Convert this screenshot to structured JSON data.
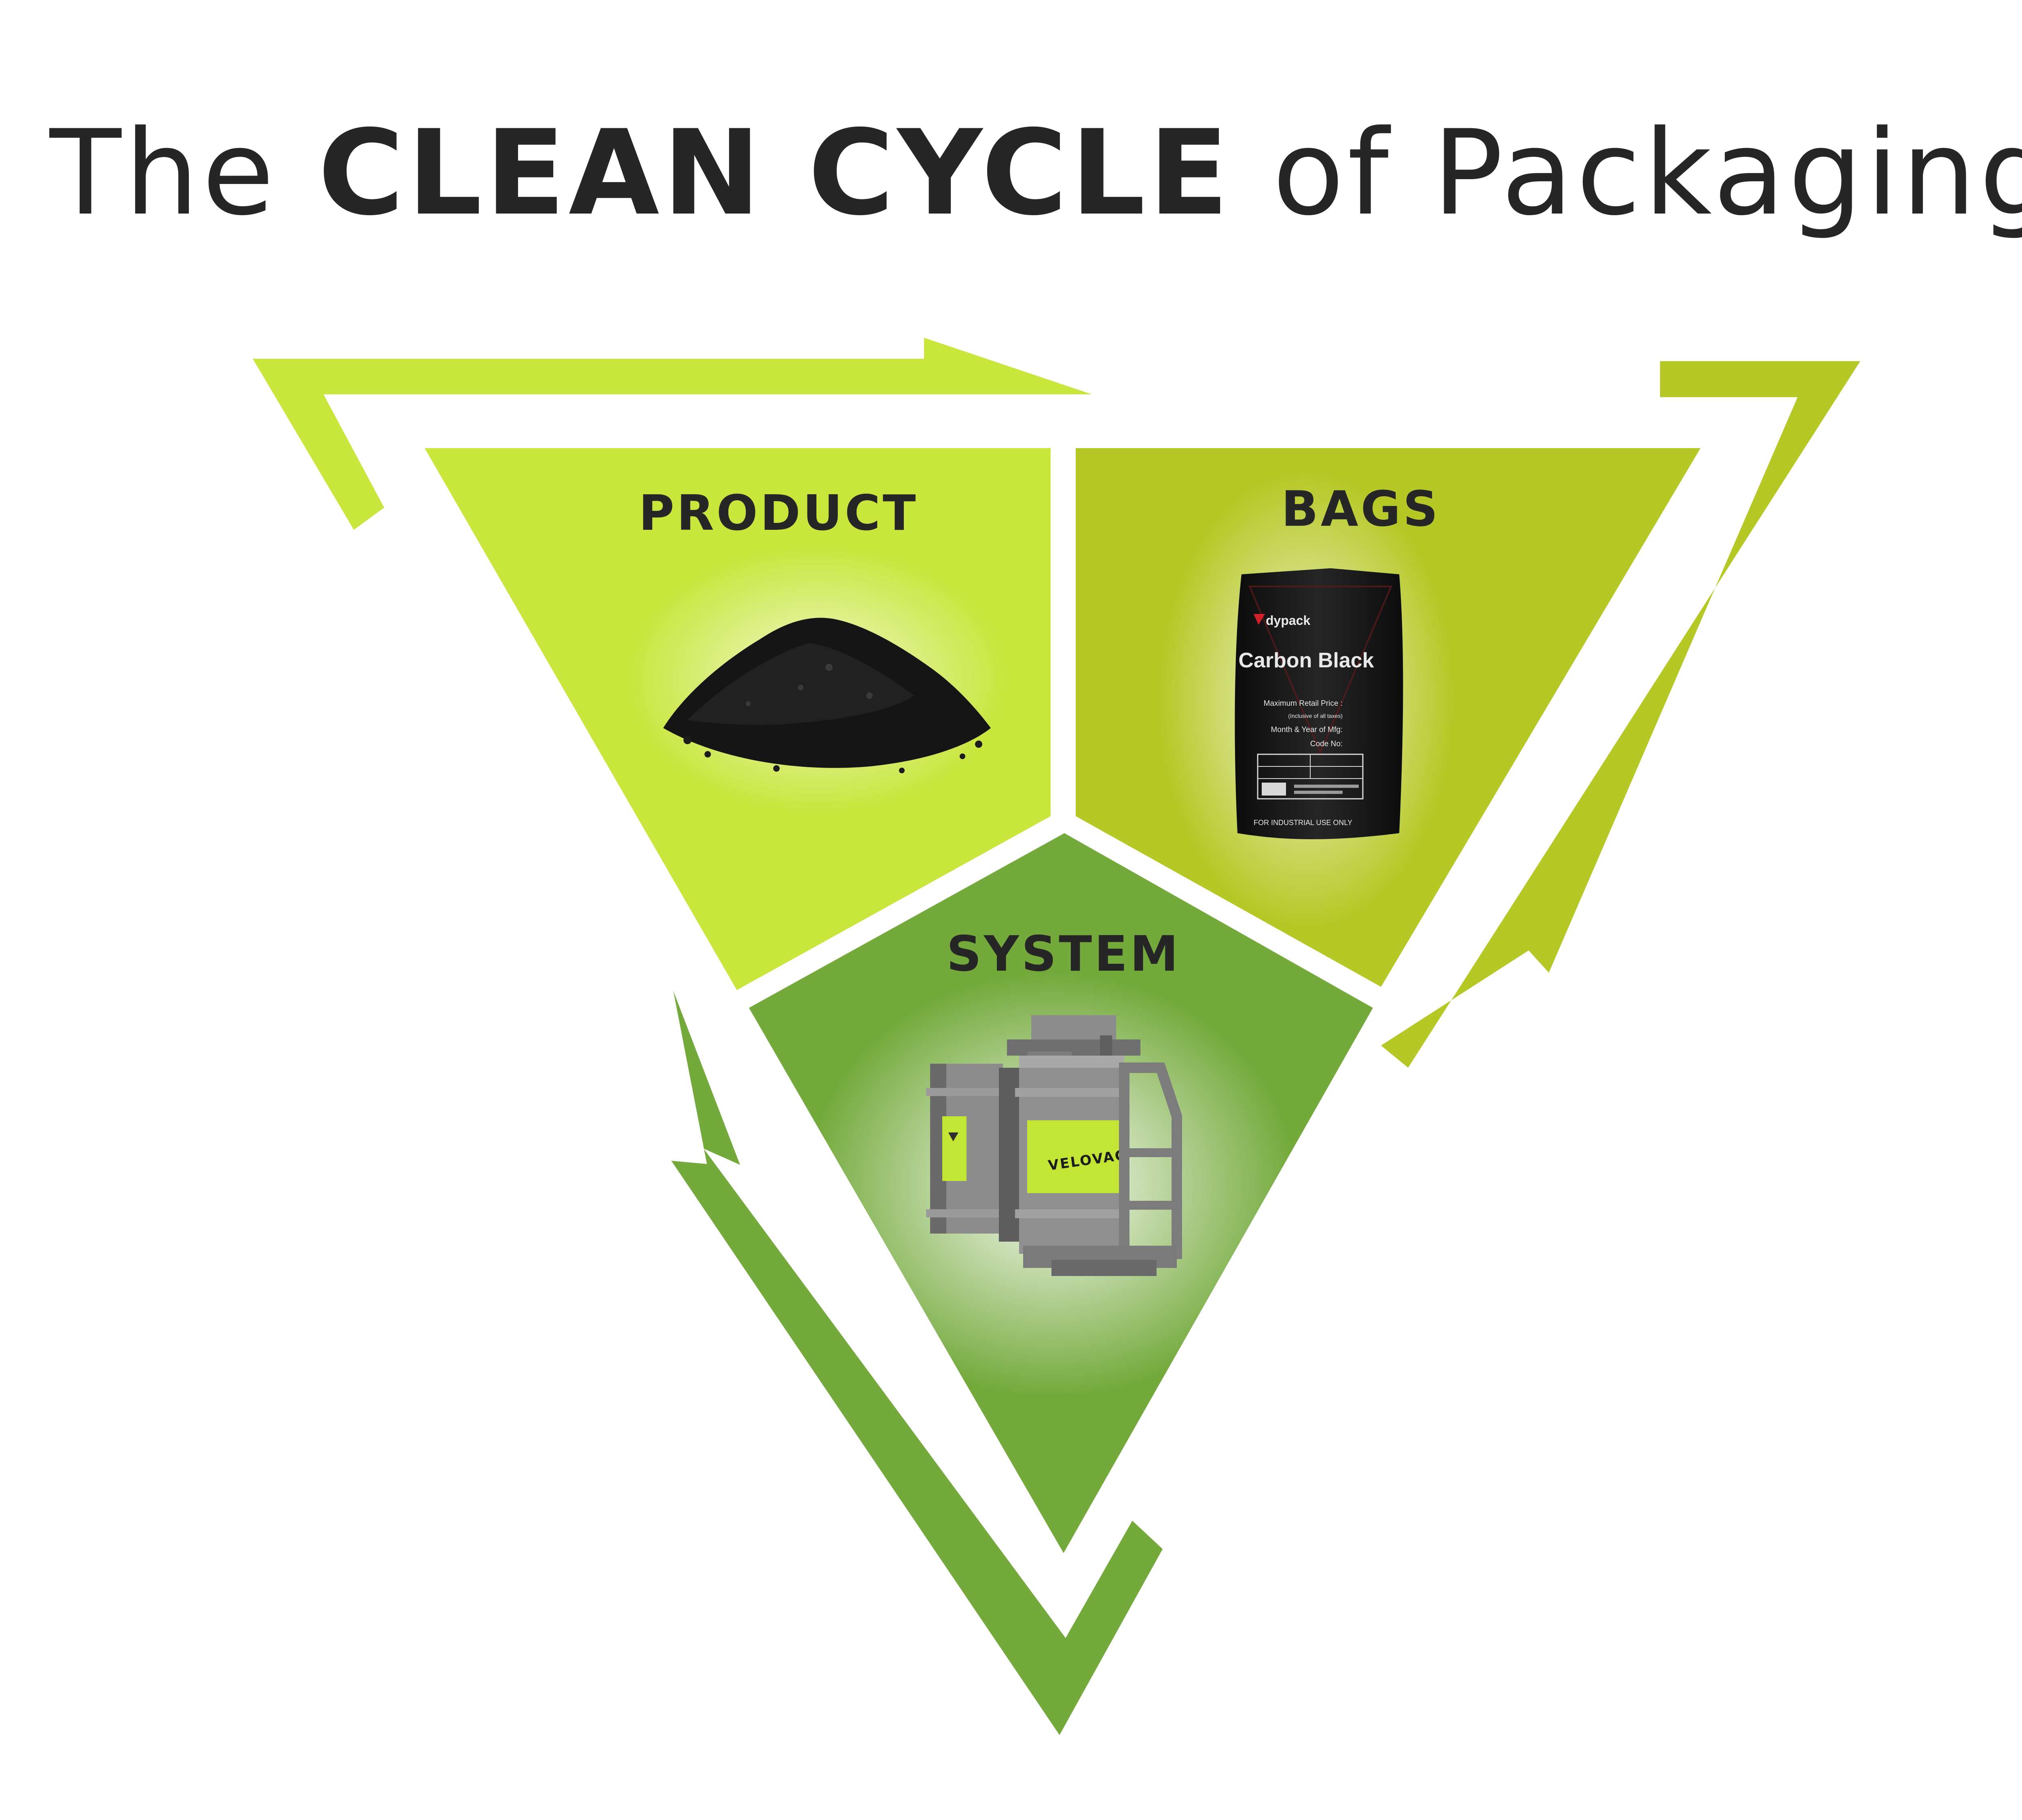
{
  "title": {
    "prefix": "The ",
    "emphasis": "CLEAN CYCLE",
    "suffix": " of Packaging"
  },
  "segments": {
    "product": {
      "label": "PRODUCT",
      "color": "#c8e63c"
    },
    "bags": {
      "label": "BAGS",
      "color": "#b6c826"
    },
    "system": {
      "label": "SYSTEM",
      "color": "#74aa3c"
    }
  },
  "bag": {
    "brand": "dypack",
    "name": "Carbon Black",
    "lines": [
      "Maximum Retail Price :",
      "(Inclusive of all taxes)",
      "Month & Year of Mfg:",
      "Code No:"
    ],
    "footer": "FOR INDUSTRIAL USE ONLY"
  },
  "machine": {
    "brand": "VELOVAC"
  },
  "colors": {
    "arrow_top": "#c8e63c",
    "arrow_right": "#b6c826",
    "arrow_left": "#74aa3c",
    "text": "#262626"
  }
}
